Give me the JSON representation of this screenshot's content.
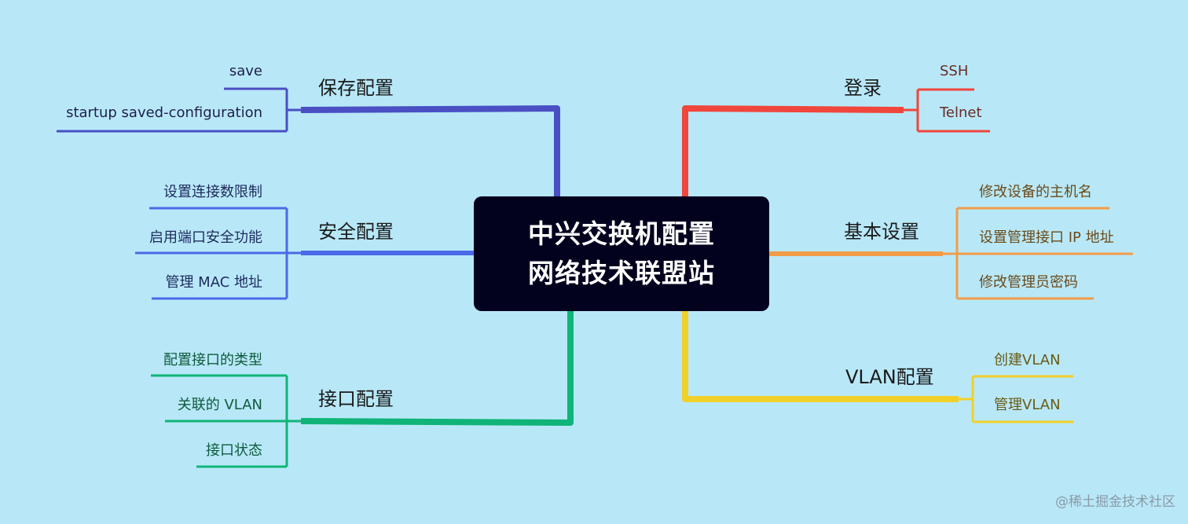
{
  "center": {
    "line1": "中兴交换机配置",
    "line2": "网络技术联盟站"
  },
  "branches": {
    "login": {
      "label": "登录",
      "color": "#f0463c",
      "items": [
        "SSH",
        "Telnet"
      ]
    },
    "basic": {
      "label": "基本设置",
      "color": "#f29c4a",
      "items": [
        "修改设备的主机名",
        "设置管理接口 IP 地址",
        "修改管理员密码"
      ]
    },
    "vlan": {
      "label": "VLAN配置",
      "color": "#f2d02a",
      "items": [
        "创建VLAN",
        "管理VLAN"
      ]
    },
    "save": {
      "label": "保存配置",
      "color": "#4a4fc4",
      "items": [
        "save",
        "startup saved-configuration"
      ]
    },
    "security": {
      "label": "安全配置",
      "color": "#4a6ae8",
      "items": [
        "设置连接数限制",
        "启用端口安全功能",
        "管理 MAC 地址"
      ]
    },
    "port": {
      "label": "接口配置",
      "color": "#10b478",
      "items": [
        "配置接口的类型",
        "关联的 VLAN",
        "接口状态"
      ]
    }
  },
  "watermark": "@稀土掘金技术社区"
}
